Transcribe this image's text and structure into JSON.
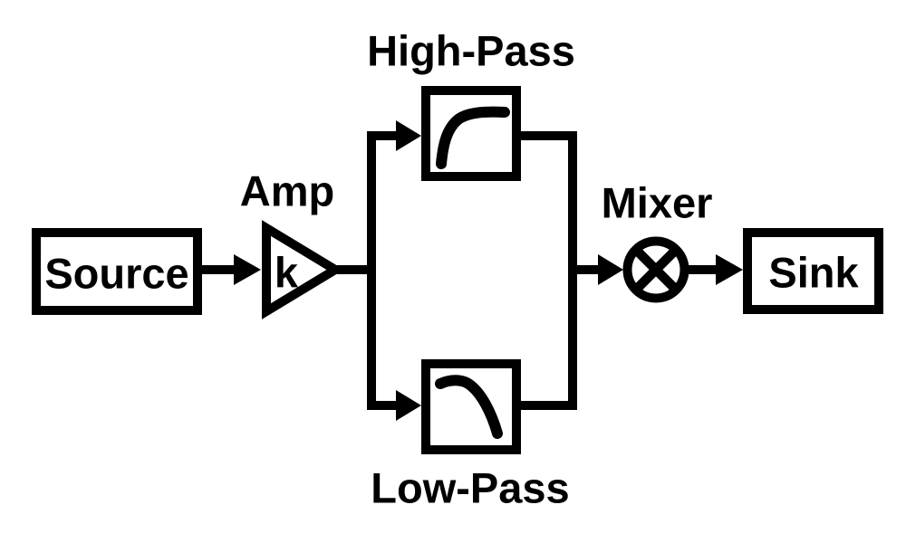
{
  "diagram": {
    "background_color": "#ffffff",
    "line_color": "#000000",
    "blocks": {
      "source": {
        "label": "Source"
      },
      "amp": {
        "label": "Amp",
        "gain": "k"
      },
      "high_pass": {
        "label": "High-Pass",
        "icon": "high-pass-curve-icon"
      },
      "low_pass": {
        "label": "Low-Pass",
        "icon": "low-pass-curve-icon"
      },
      "mixer": {
        "label": "Mixer",
        "icon": "circled-x-icon"
      },
      "sink": {
        "label": "Sink"
      }
    },
    "connections": [
      {
        "from": "Source",
        "to": "Amp"
      },
      {
        "from": "Amp",
        "to": "High-Pass"
      },
      {
        "from": "Amp",
        "to": "Low-Pass"
      },
      {
        "from": "High-Pass",
        "to": "Mixer"
      },
      {
        "from": "Low-Pass",
        "to": "Mixer"
      },
      {
        "from": "Mixer",
        "to": "Sink"
      }
    ]
  }
}
